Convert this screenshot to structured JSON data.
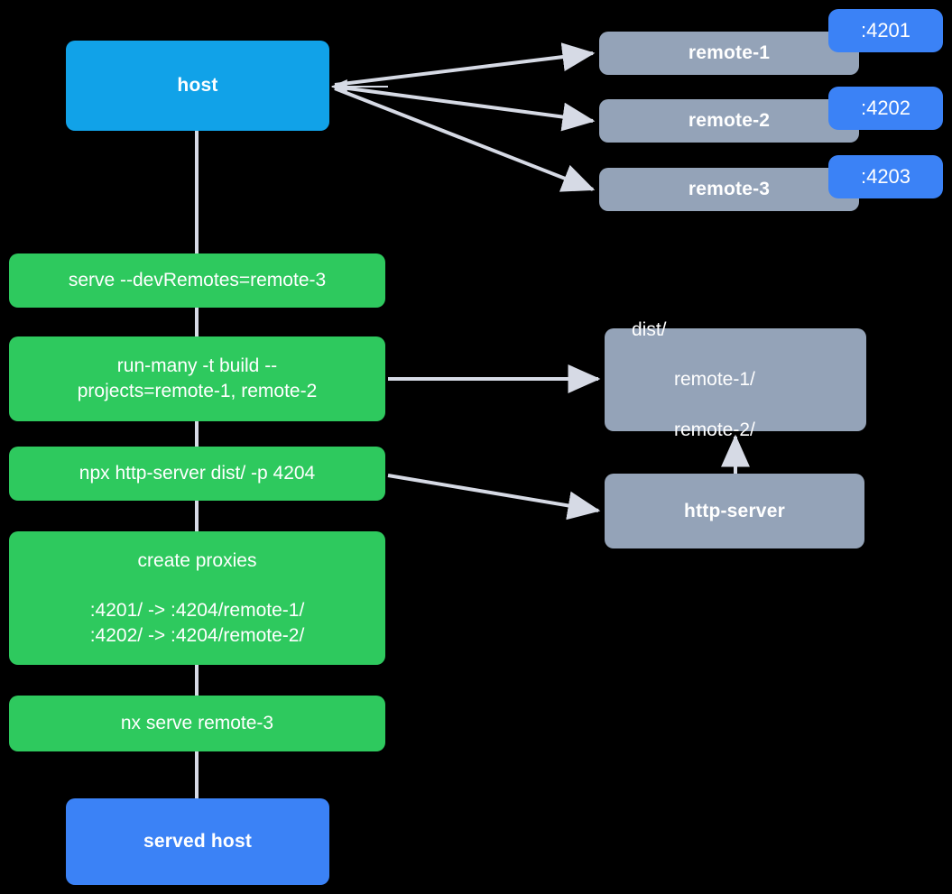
{
  "diagram": {
    "type": "flow-diagram",
    "title": "Nx host and remotes dev-serve flow",
    "background": "#000000",
    "wire_color": "#d6dae5",
    "palette": {
      "host": "#11a2e8",
      "served_host": "#3b82f6",
      "remote": "#94a3b8",
      "port_badge": "#3b82f6",
      "command": "#2ec95e",
      "artifact": "#94a3b8",
      "text": "#ffffff"
    }
  },
  "nodes": {
    "host": {
      "label": "host",
      "kind": "app"
    },
    "served_host": {
      "label": "served host",
      "kind": "app"
    },
    "remotes": [
      {
        "label": "remote-1",
        "port": ":4201"
      },
      {
        "label": "remote-2",
        "port": ":4202"
      },
      {
        "label": "remote-3",
        "port": ":4203"
      }
    ],
    "commands": [
      {
        "id": "cmd1",
        "label": "serve --devRemotes=remote-3"
      },
      {
        "id": "cmd2",
        "label": "run-many -t build --\nprojects=remote-1, remote-2"
      },
      {
        "id": "cmd3",
        "label": "npx http-server dist/ -p 4204"
      },
      {
        "id": "cmd4",
        "label": "create proxies\n\n:4201/ -> :4204/remote-1/\n:4202/ -> :4204/remote-2/"
      },
      {
        "id": "cmd5",
        "label": "nx serve remote-3"
      }
    ],
    "artifacts": {
      "dist": {
        "root": "dist/",
        "children": [
          "remote-1/",
          "remote-2/"
        ]
      },
      "http_server": {
        "label": "http-server"
      }
    }
  },
  "edges": [
    {
      "from": "host",
      "to": "remote-1",
      "style": "arrow"
    },
    {
      "from": "host",
      "to": "remote-2",
      "style": "arrow"
    },
    {
      "from": "host",
      "to": "remote-3",
      "style": "arrow"
    },
    {
      "from": "host",
      "to": "cmd1",
      "style": "line"
    },
    {
      "from": "cmd1",
      "to": "cmd2",
      "style": "line"
    },
    {
      "from": "cmd2",
      "to": "dist",
      "style": "arrow"
    },
    {
      "from": "cmd2",
      "to": "cmd3",
      "style": "line"
    },
    {
      "from": "cmd3",
      "to": "http-server",
      "style": "arrow"
    },
    {
      "from": "cmd3",
      "to": "cmd4",
      "style": "line"
    },
    {
      "from": "http-server",
      "to": "dist",
      "style": "arrow"
    },
    {
      "from": "cmd4",
      "to": "cmd5",
      "style": "line"
    },
    {
      "from": "cmd5",
      "to": "served host",
      "style": "line"
    }
  ]
}
